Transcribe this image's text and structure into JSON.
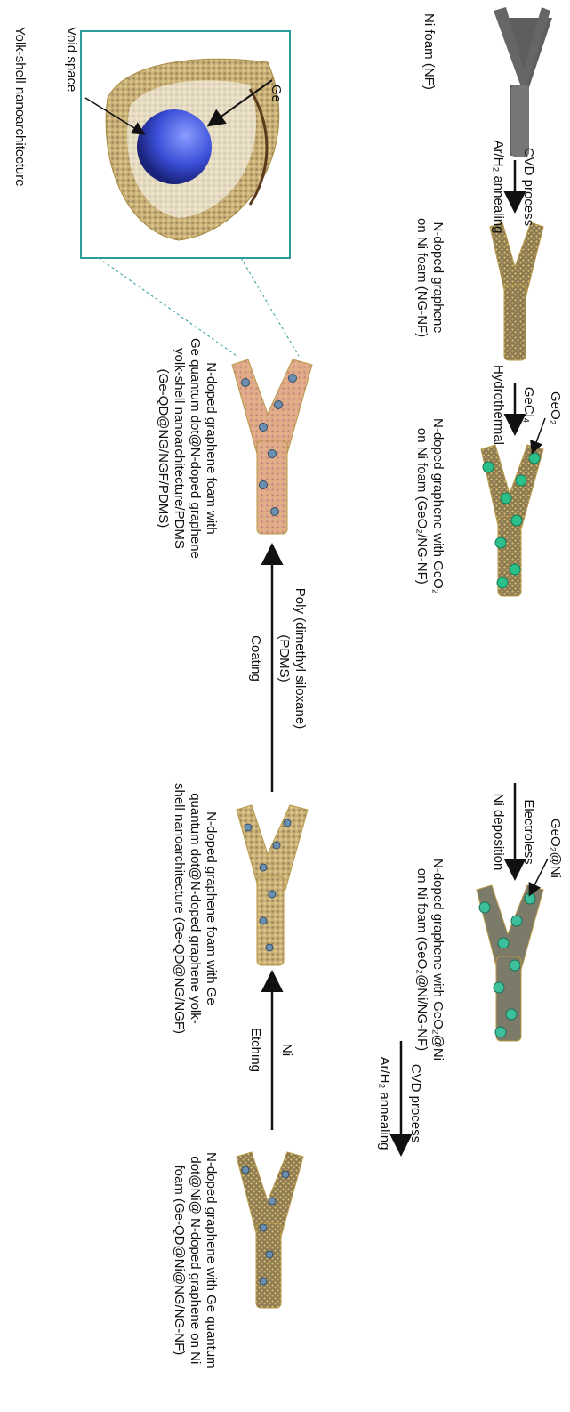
{
  "stages": {
    "ni_foam": "Ni foam (NF)",
    "ngnf": [
      "N-doped graphene",
      "on Ni foam (NG-NF)"
    ],
    "geo2_ngnf": [
      "N-doped graphene with GeO₂",
      "on Ni foam (GeO₂/NG-NF)"
    ],
    "geo2_ni": [
      "N-doped graphene with GeO₂@Ni",
      "on Ni foam (GeO₂@Ni/NG-NF)"
    ],
    "geqd_ni": [
      "N-doped graphene with Ge quantum",
      "dot@Ni@ N-doped graphene on Ni",
      "foam (Ge-QD@Ni@NG/NG-NF)"
    ],
    "geqd_ngf": [
      "N-doped graphene foam with Ge",
      "quantum dot@N-doped graphene yolk-",
      "shell nanoarchitecture (Ge-QD@NG/NGF)"
    ],
    "geqd_pdms": [
      "N-doped graphene foam with",
      "Ge quantum dot@N-doped graphene",
      "yolk-shell nanoarchitecture/PDMS",
      "(Ge-QD@NG/NGF/PDMS)"
    ]
  },
  "steps": {
    "cvd1_top": "CVD process",
    "cvd1_bottom": "Ar/H₂ annealing",
    "hydro_top": "GeCl₄",
    "hydro_bottom": "Hydrothermal",
    "electroless_top": "Electroless",
    "electroless_bottom": "Ni deposition",
    "cvd2_top": "CVD process",
    "cvd2_bottom": "Ar/H₂ annealing",
    "etch_top": "Ni",
    "etch_bottom": "Etching",
    "coat_top1": "Poly (dimethyl siloxane)",
    "coat_top2": "(PDMS)",
    "coat_bottom": "Coating"
  },
  "callouts": {
    "geo2": "GeO₂",
    "geo2_ni": "GeO₂@Ni",
    "ge": "Ge",
    "void": "Void space",
    "yolk": "Yolk-shell nanoarchitecture"
  },
  "colors": {
    "foam": "#5e5e5e",
    "graphene": "#b8a05a",
    "geo2": "#2bbf8a",
    "ge_qd": "#6a8fb0",
    "ge_core": "#3b4fd8",
    "pdms": "#e2a890",
    "inset_border": "#2a9d9d"
  }
}
